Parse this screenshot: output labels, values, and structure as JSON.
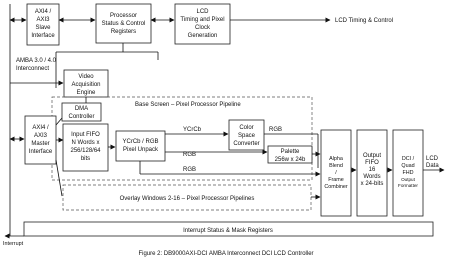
{
  "blocks": {
    "axi_slave": [
      "AXI4 /",
      "AXI3",
      "Slave",
      "Interface"
    ],
    "proc_regs": [
      "Processor",
      "Status & Control",
      "Registers"
    ],
    "lcd_timing": [
      "LCD",
      "Timing and Pixel",
      "Clock",
      "Generation"
    ],
    "video_acq": [
      "Video",
      "Acquisition",
      "Engine"
    ],
    "dma": [
      "DMA",
      "Controller"
    ],
    "axi_master": [
      "AXI4 /",
      "AXI3",
      "Master",
      "Interface"
    ],
    "input_fifo": [
      "Input FIFO",
      "N Words x",
      "256/128/64",
      "bits"
    ],
    "unpack": [
      "YCrCb / RGB",
      "Pixel Unpack"
    ],
    "csc": [
      "Color",
      "Space",
      "Converter"
    ],
    "palette": [
      "Palette",
      "256w x 24b"
    ],
    "alpha": [
      "Alpha",
      "Blend",
      "/",
      "Frame",
      "Combiner"
    ],
    "out_fifo": [
      "Output",
      "FIFO",
      "16",
      "Words",
      "x 24-bits"
    ],
    "dci": [
      "DCI /",
      "Quad",
      "FHD",
      "Output",
      "Formatter"
    ],
    "overlay": "Overlay Windows 2-16 – Pixel Processor Pipelines",
    "interrupt": "Interrupt Status & Mask Registers"
  },
  "labels": {
    "lcd_timing_control": "LCD Timing & Control",
    "amba": [
      "AMBA 3.0 / 4.0",
      "Interconnect"
    ],
    "base_screen": "Base Screen – Pixel Processor Pipeline",
    "ycrcb": "YCrCb",
    "rgb_top": "RGB",
    "rgb_mid": "RGB",
    "rgb_low": "RGB",
    "lcd_data": [
      "LCD",
      "Data"
    ],
    "interrupt_out": "Interrupt"
  },
  "caption": "Figure 2: DB9000AXI-DCI AMBA Interconnect DCI LCD Controller"
}
